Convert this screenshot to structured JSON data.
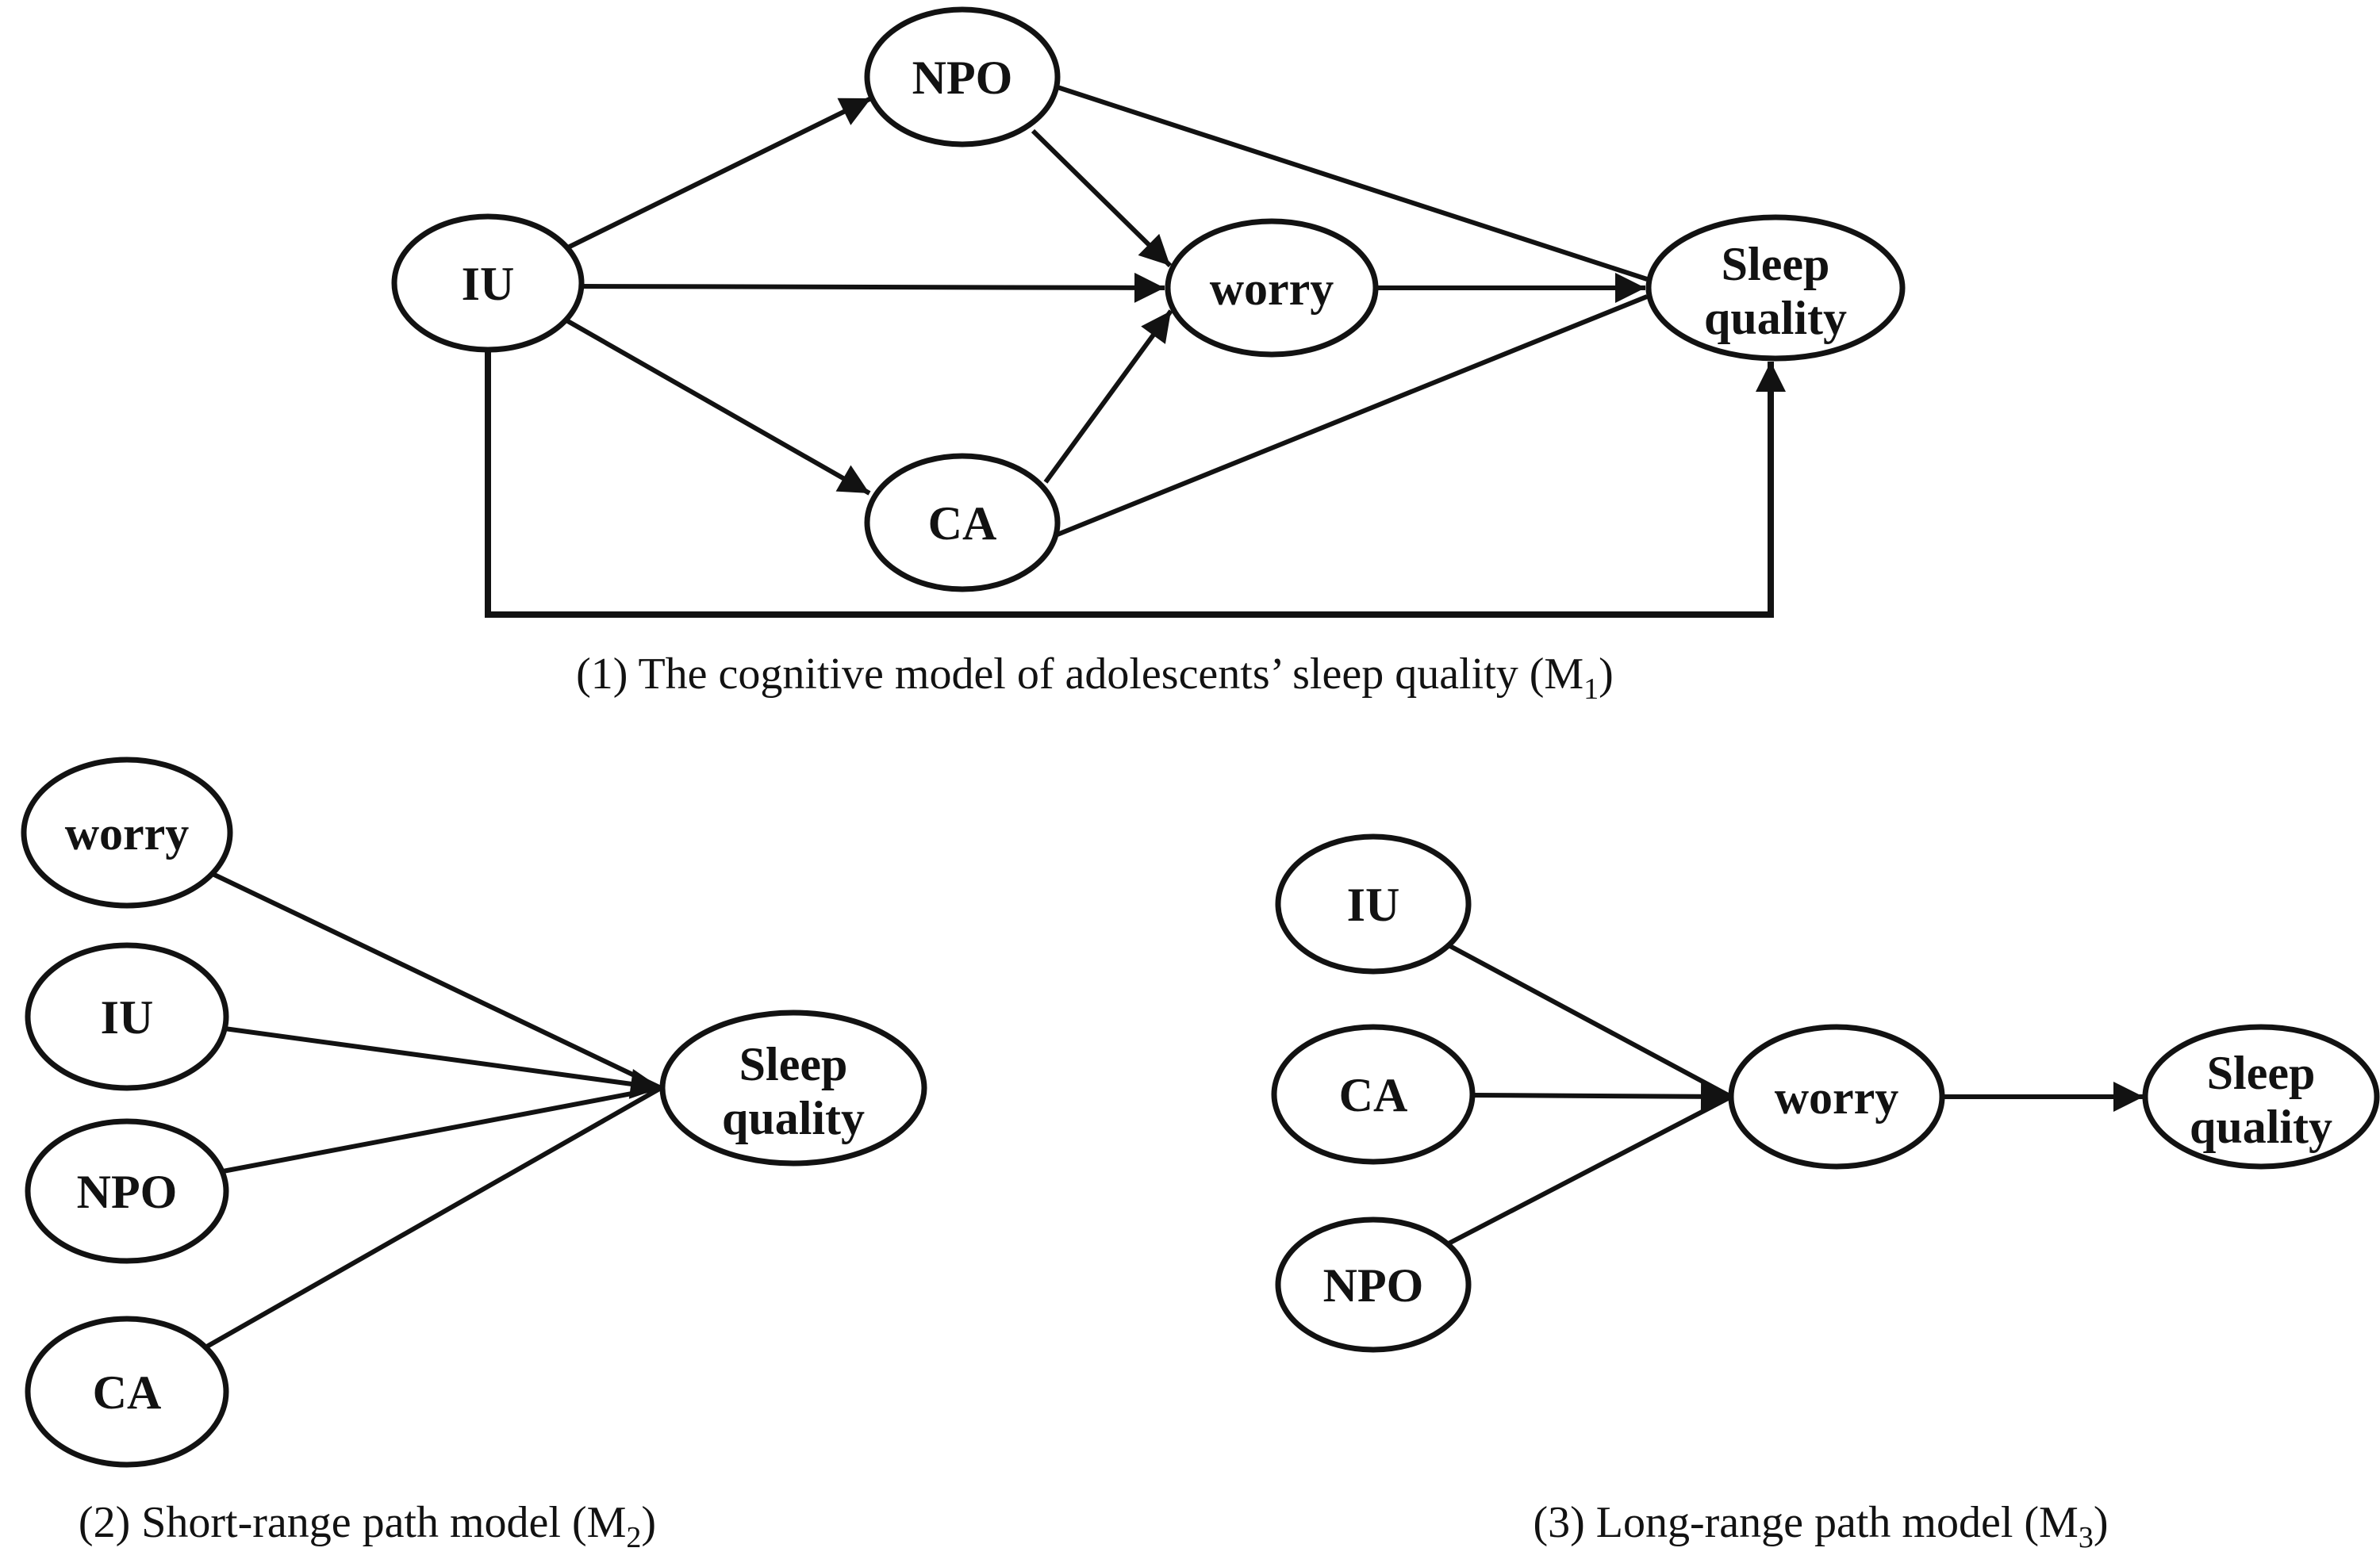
{
  "page": {
    "background_color": "#ffffff",
    "ink_color": "#121212"
  },
  "figure": {
    "models": [
      {
        "name": "cognitive-model-m1",
        "caption": {
          "prefix": "(1) The cognitive model of adolescents’ sleep quality (M",
          "sub": "1",
          "suffix": ")"
        },
        "nodes": [
          {
            "id": "iu",
            "label": "IU"
          },
          {
            "id": "npo",
            "label": "NPO"
          },
          {
            "id": "ca",
            "label": "CA"
          },
          {
            "id": "worry",
            "label": "worry"
          },
          {
            "id": "sleep",
            "label": "Sleep quality",
            "lines": [
              "Sleep",
              "quality"
            ]
          }
        ],
        "edges": [
          "IU -> NPO",
          "IU -> worry",
          "IU -> CA",
          "IU -> Sleep quality",
          "NPO -> worry",
          "NPO -> Sleep quality",
          "CA -> worry",
          "CA -> Sleep quality",
          "worry -> Sleep quality"
        ]
      },
      {
        "name": "short-range-path-model-m2",
        "caption": {
          "prefix": "(2) Short-range path model (M",
          "sub": "2",
          "suffix": ")"
        },
        "nodes": [
          {
            "id": "worry",
            "label": "worry"
          },
          {
            "id": "iu",
            "label": "IU"
          },
          {
            "id": "npo",
            "label": "NPO"
          },
          {
            "id": "ca",
            "label": "CA"
          },
          {
            "id": "sleep",
            "label": "Sleep quality",
            "lines": [
              "Sleep",
              "quality"
            ]
          }
        ],
        "edges": [
          "worry -> Sleep quality",
          "IU -> Sleep quality",
          "NPO -> Sleep quality",
          "CA -> Sleep quality"
        ]
      },
      {
        "name": "long-range-path-model-m3",
        "caption": {
          "prefix": "(3) Long-range path model (M",
          "sub": "3",
          "suffix": ")"
        },
        "nodes": [
          {
            "id": "iu",
            "label": "IU"
          },
          {
            "id": "ca",
            "label": "CA"
          },
          {
            "id": "npo",
            "label": "NPO"
          },
          {
            "id": "worry",
            "label": "worry"
          },
          {
            "id": "sleep",
            "label": "Sleep quality",
            "lines": [
              "Sleep",
              "quality"
            ]
          }
        ],
        "edges": [
          "IU -> worry",
          "CA -> worry",
          "NPO -> worry",
          "worry -> Sleep quality"
        ]
      }
    ]
  }
}
